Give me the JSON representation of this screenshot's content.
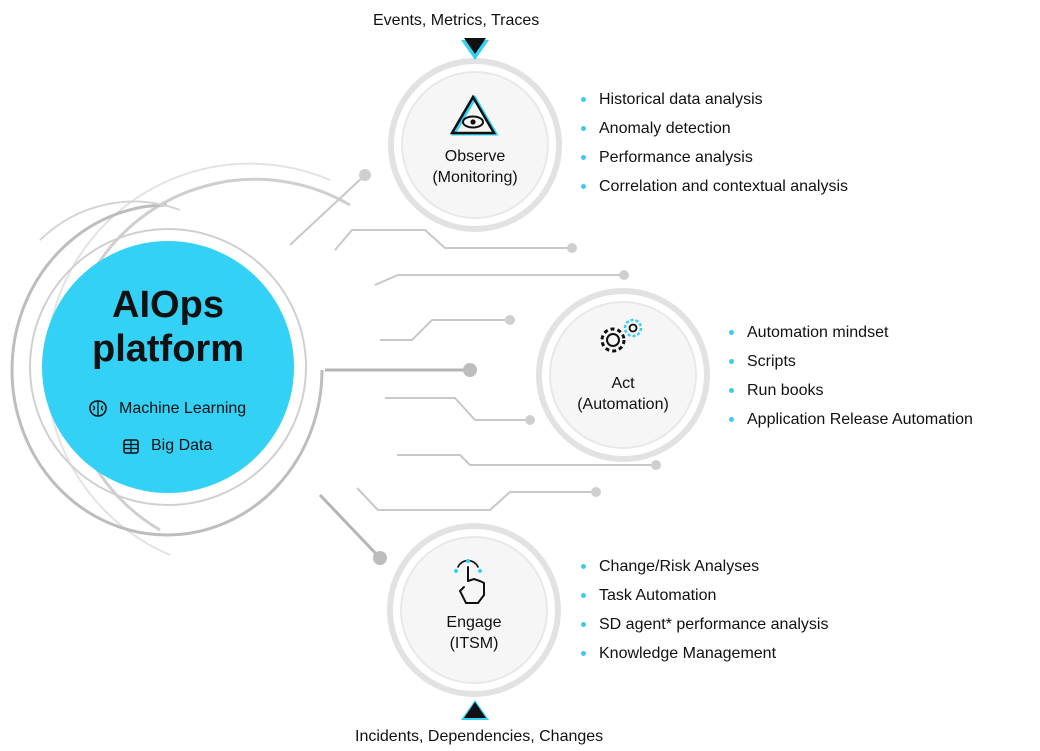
{
  "inputs": {
    "top": "Events, Metrics, Traces",
    "bottom": "Incidents, Dependencies, Changes"
  },
  "hub": {
    "title_line1": "AIOps",
    "title_line2": "platform",
    "items": [
      {
        "icon": "brain-icon",
        "label": "Machine Learning"
      },
      {
        "icon": "database-icon",
        "label": "Big Data"
      }
    ]
  },
  "nodes": [
    {
      "id": "observe",
      "icon": "eye-triangle-icon",
      "label_line1": "Observe",
      "label_line2": "(Monitoring)",
      "bullets": [
        "Historical data analysis",
        "Anomaly detection",
        "Performance analysis",
        "Correlation and contextual analysis"
      ]
    },
    {
      "id": "act",
      "icon": "gears-icon",
      "label_line1": "Act",
      "label_line2": "(Automation)",
      "bullets": [
        "Automation mindset",
        "Scripts",
        "Run books",
        "Application Release Automation"
      ]
    },
    {
      "id": "engage",
      "icon": "hand-touch-icon",
      "label_line1": "Engage",
      "label_line2": "(ITSM)",
      "bullets": [
        "Change/Risk Analyses",
        "Task Automation",
        "SD agent* performance analysis",
        "Knowledge Management"
      ]
    }
  ],
  "colors": {
    "accent": "#33d1f5",
    "bullet": "#3fc9ee",
    "line": "#c8c8c8",
    "ring": "#d9d9d9",
    "dark": "#111111"
  }
}
